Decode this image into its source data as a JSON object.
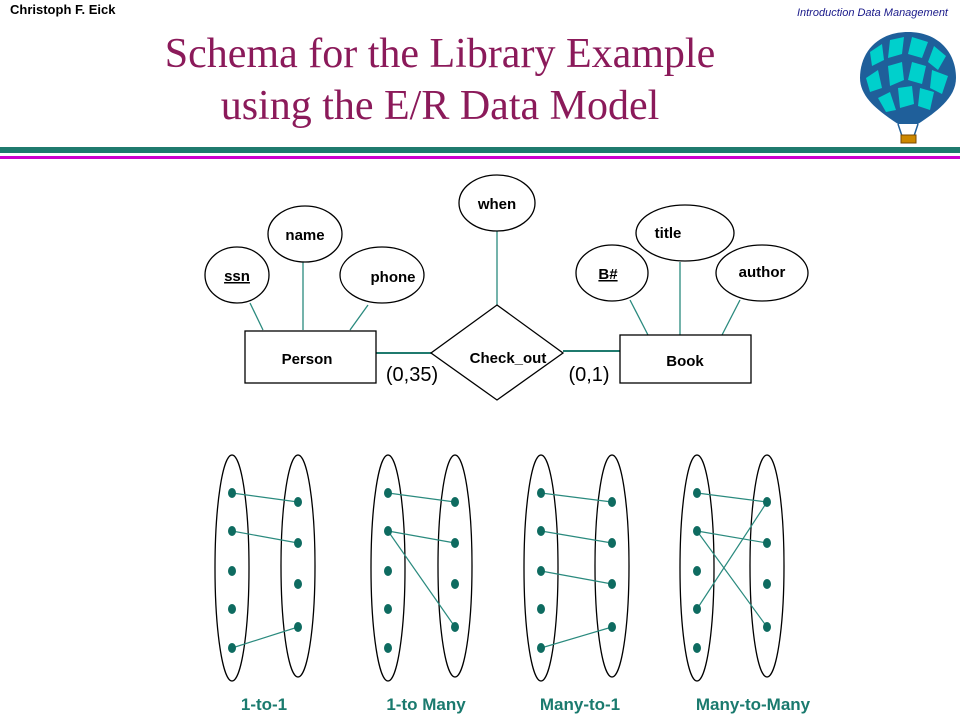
{
  "header": {
    "author": "Christoph F. Eick",
    "course": "Introduction Data Management",
    "title_line1": "Schema for the Library Example",
    "title_line2": "using the E/R Data Model"
  },
  "logo": {
    "icon": "hot-air-balloon-icon",
    "colors": [
      "#00cccc",
      "#1f5f9a",
      "#cc8800"
    ]
  },
  "er": {
    "entities": {
      "person": "Person",
      "book": "Book"
    },
    "relationship": "Check_out",
    "attributes": {
      "ssn": "ssn",
      "name": "name",
      "phone": "phone",
      "when": "when",
      "bnum": "B#",
      "title": "title",
      "author": "author"
    },
    "cardinalities": {
      "person_side": "(0,35)",
      "book_side": "(0,1)"
    }
  },
  "mappings": {
    "labels": [
      "1-to-1",
      "1-to Many",
      "Many-to-1",
      "Many-to-Many"
    ]
  },
  "colors": {
    "title": "#8b1a5a",
    "teal": "#1a7a6e",
    "line_teal": "#2a8a7e",
    "dot": "#0e6b60",
    "magenta_rule": "#cc00cc"
  }
}
